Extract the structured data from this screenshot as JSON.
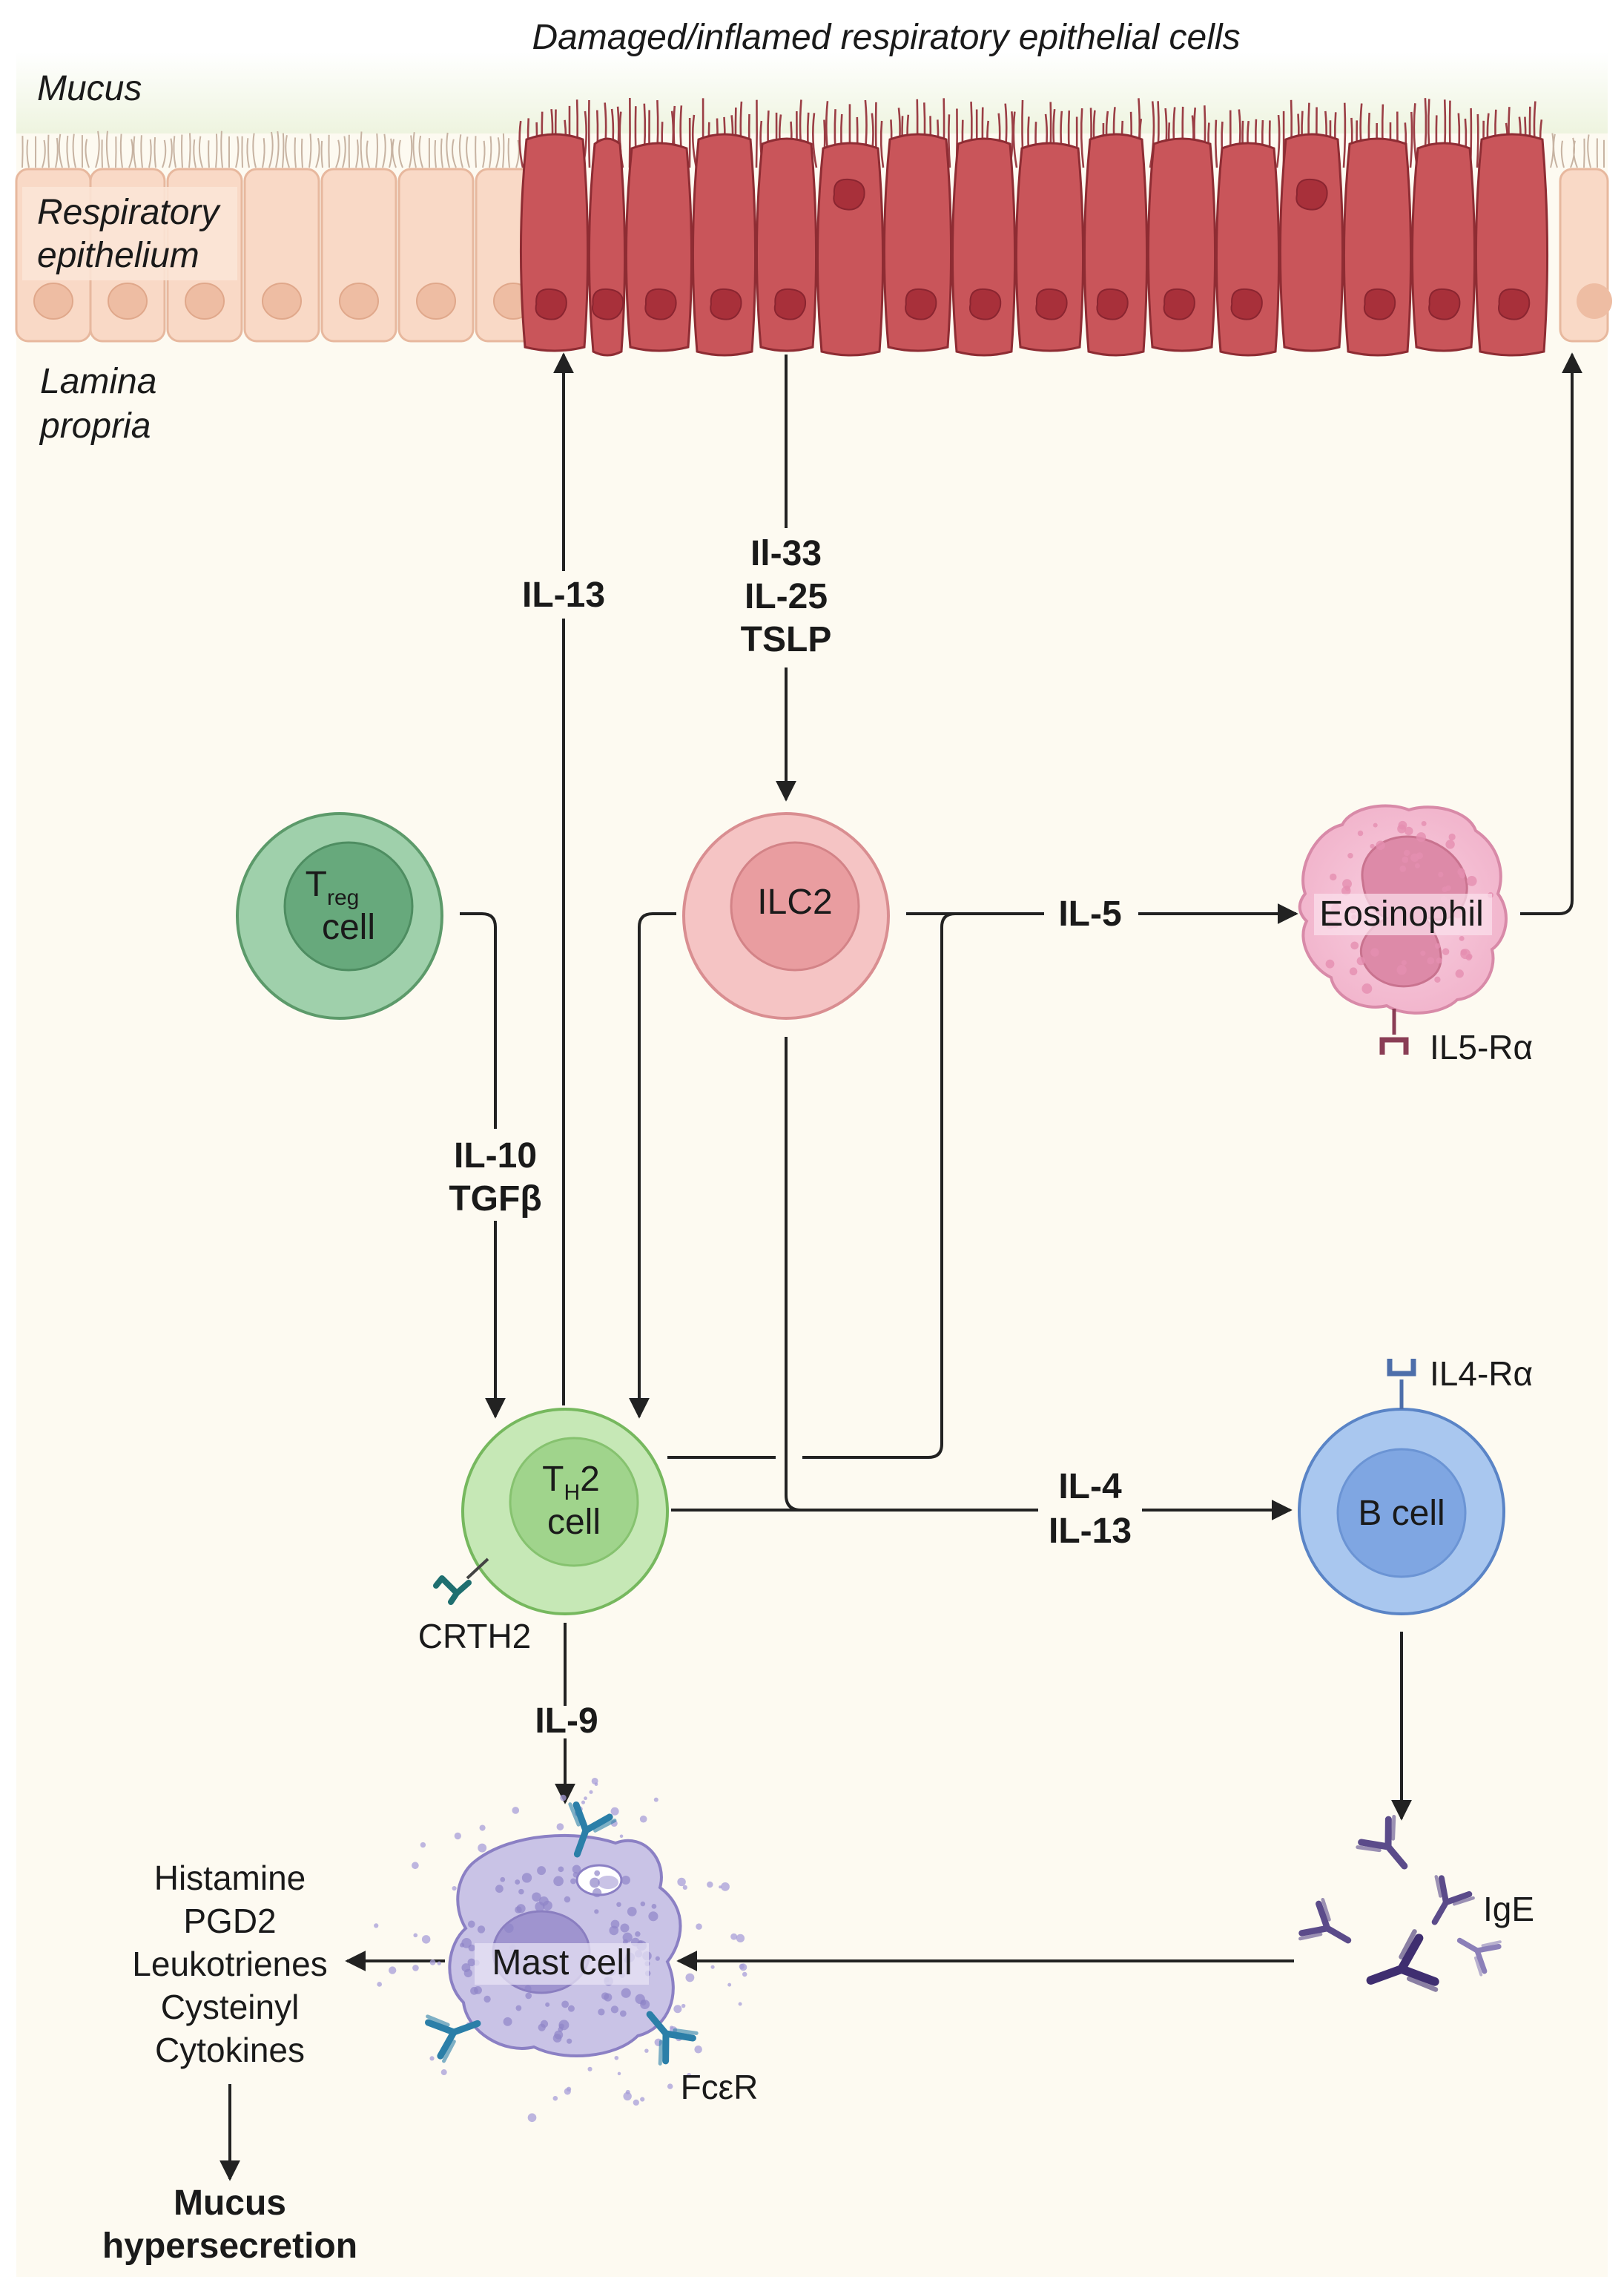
{
  "tissue": {
    "mucus": "Mucus",
    "epithelium": [
      "Respiratory",
      "epithelium"
    ],
    "lamina": [
      "Lamina",
      "propria"
    ],
    "damaged_caption": "Damaged/inflamed respiratory epithelial cells"
  },
  "cells": {
    "treg": {
      "main": "T",
      "sub": "reg",
      "line2": "cell"
    },
    "ilc2": {
      "label": "ILC2"
    },
    "th2": {
      "main": "T",
      "sub": "H",
      "suffix": "2",
      "line2": "cell"
    },
    "eosinophil": {
      "label": "Eosinophil"
    },
    "bcell": {
      "label": "B cell"
    },
    "mast": {
      "label": "Mast cell"
    }
  },
  "receptors": {
    "crth2": "CRTH2",
    "il5ra": "IL5-Rα",
    "il4ra": "IL4-Rα",
    "fcer": "FcεR",
    "ige": "IgE"
  },
  "signals": {
    "il13_up": "IL-13",
    "epi": [
      "Il-33",
      "IL-25",
      "TSLP"
    ],
    "il5": "IL-5",
    "treg_out": [
      "IL-10",
      "TGFβ"
    ],
    "il4_il13": [
      "IL-4",
      "IL-13"
    ],
    "il9": "IL-9"
  },
  "mediators": [
    "Histamine",
    "PGD2",
    "Leukotrienes",
    "Cysteinyl",
    "Cytokines"
  ],
  "outcome": [
    "Mucus",
    "hypersecretion"
  ],
  "colors": {
    "background": "#fdfaf1",
    "healthy_cell": "#f9d9c6",
    "damaged_cell": "#c9555a",
    "treg": "#6aaa80",
    "ilc2": "#f3b7b8",
    "th2": "#b2dca3",
    "eosinophil": "#f5bfd4",
    "bcell": "#a9c7ef",
    "mast": "#c9c3e6"
  }
}
